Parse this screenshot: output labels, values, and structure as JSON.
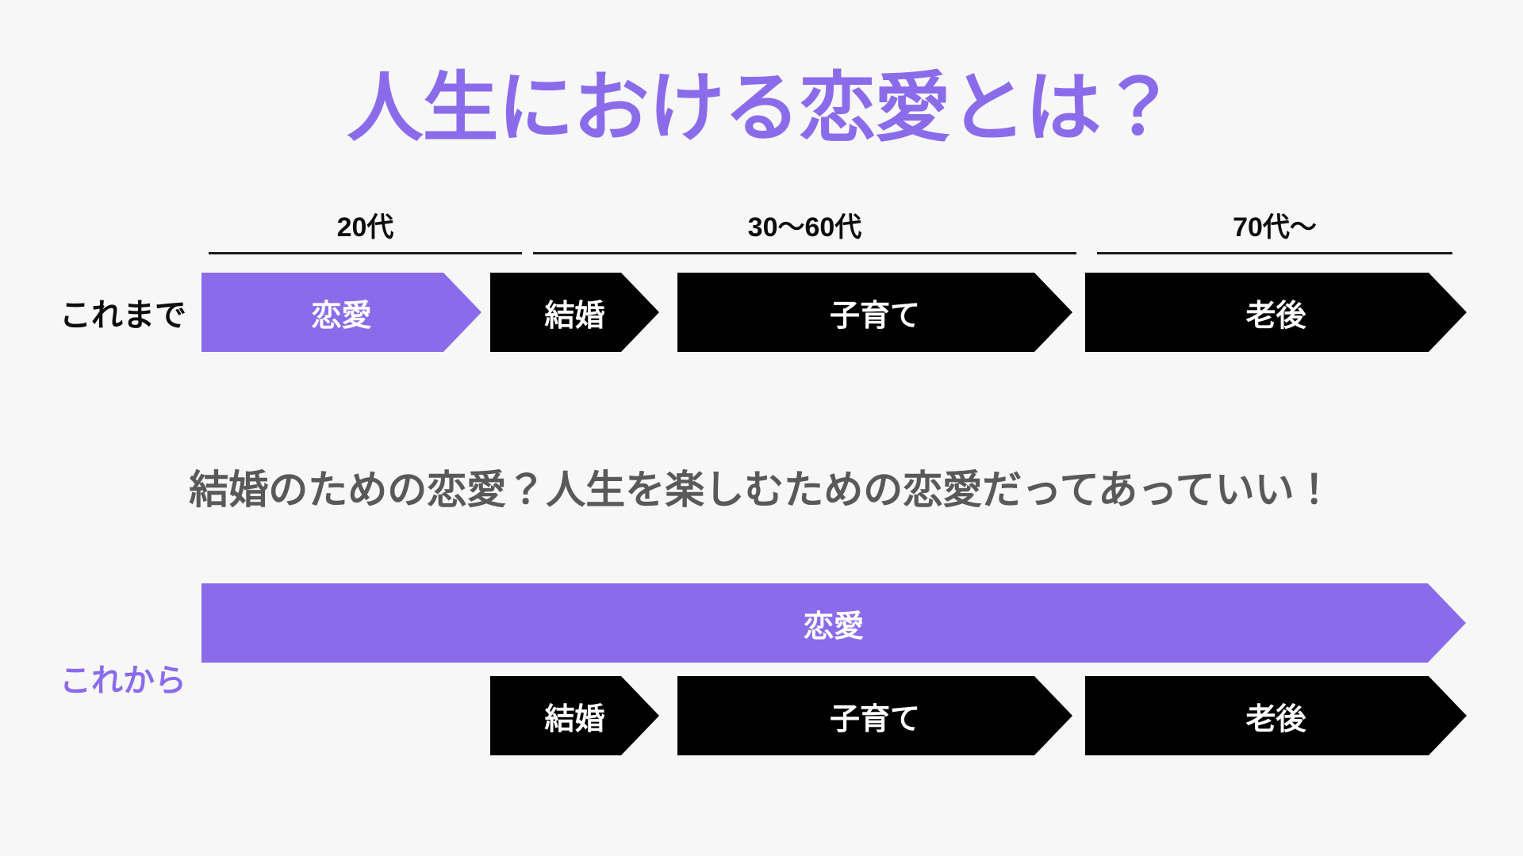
{
  "title": {
    "text": "人生における恋愛とは？"
  },
  "age_axis": {
    "segments": [
      {
        "label": "20代"
      },
      {
        "label": "30〜60代"
      },
      {
        "label": "70代〜"
      }
    ]
  },
  "past": {
    "row_label": "これまで",
    "stages": [
      {
        "label": "恋愛"
      },
      {
        "label": "結婚"
      },
      {
        "label": "子育て"
      },
      {
        "label": "老後"
      }
    ]
  },
  "message": {
    "text": "結婚のための恋愛？人生を楽しむための恋愛だってあっていい！"
  },
  "future": {
    "row_label": "これから",
    "love_stage": {
      "label": "恋愛"
    },
    "stages": [
      {
        "label": "結婚"
      },
      {
        "label": "子育て"
      },
      {
        "label": "老後"
      }
    ]
  },
  "colors": {
    "accent_purple": "#8a6ceb",
    "stage_black": "#000000",
    "message_gray": "#595959",
    "background": "#f7f7f8",
    "label_white": "#ffffff"
  }
}
